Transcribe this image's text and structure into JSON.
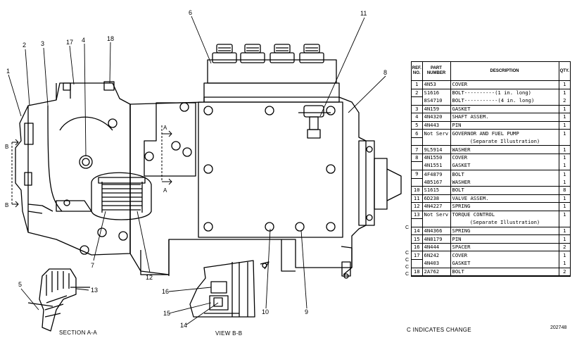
{
  "callouts": [
    "1",
    "2",
    "3",
    "4",
    "5",
    "6",
    "7",
    "8",
    "9",
    "10",
    "11",
    "12",
    "13",
    "14",
    "15",
    "16",
    "17",
    "18"
  ],
  "view_labels": {
    "section_a": "SECTION A-A",
    "view_b": "VIEW B-B",
    "marker_a": "A",
    "marker_b": "B"
  },
  "table": {
    "headers": {
      "ref": "REF. NO.",
      "part": "PART NUMBER",
      "desc": "DESCRIPTION",
      "qty": "QTY."
    },
    "rows": [
      {
        "ref": "1",
        "part": "4N53",
        "desc": "COVER",
        "qty": "1"
      },
      {
        "ref": "2",
        "part": "S1616",
        "desc": "BOLT----------(1 in. long)",
        "qty": "1"
      },
      {
        "ref": "",
        "part": "8S4710",
        "desc": "BOLT-----------(4 in. long)",
        "qty": "2"
      },
      {
        "ref": "3",
        "part": "4N159",
        "desc": "GASKET",
        "qty": "1"
      },
      {
        "ref": "4",
        "part": "4N4320",
        "desc": "SHAFT ASSEM.",
        "qty": "1"
      },
      {
        "ref": "5",
        "part": "4N443",
        "desc": "PIN",
        "qty": "1"
      },
      {
        "ref": "6",
        "part": "Not Serv",
        "desc": "GOVERNOR AND FUEL PUMP",
        "qty": "1"
      },
      {
        "ref": "",
        "part": "",
        "desc": "(Separate Illustration)",
        "qty": ""
      },
      {
        "ref": "7",
        "part": "9L5914",
        "desc": "WASHER",
        "qty": "1"
      },
      {
        "ref": "8",
        "part": "4N1550",
        "desc": "COVER",
        "qty": "1"
      },
      {
        "ref": "",
        "part": "4N1551",
        "desc": "GASKET",
        "qty": "1"
      },
      {
        "ref": "9",
        "part": "4F4879",
        "desc": "BOLT",
        "qty": "1"
      },
      {
        "ref": "",
        "part": "4B5167",
        "desc": "WASHER",
        "qty": "1"
      },
      {
        "ref": "10",
        "part": "S1615",
        "desc": "BOLT",
        "qty": "8"
      },
      {
        "ref": "11",
        "part": "6D238",
        "desc": "VALVE ASSEM.",
        "qty": "1"
      },
      {
        "ref": "12",
        "part": "4N4227",
        "desc": "SPRING",
        "qty": "1"
      },
      {
        "ref": "13",
        "part": "Not Serv",
        "desc": "TORQUE CONTROL",
        "qty": "1"
      },
      {
        "ref": "",
        "part": "",
        "desc": "(Separate Illustration)",
        "qty": ""
      },
      {
        "ref": "14",
        "part": "4N4366",
        "desc": "SPRING",
        "qty": "1"
      },
      {
        "ref": "15",
        "part": "4N8179",
        "desc": "PIN",
        "qty": "1"
      },
      {
        "ref": "16",
        "part": "4N444",
        "desc": "SPACER",
        "qty": "2"
      },
      {
        "ref": "17",
        "part": "6N242",
        "desc": "COVER",
        "qty": "1"
      },
      {
        "ref": "",
        "part": "4N403",
        "desc": "GASKET",
        "qty": "1"
      },
      {
        "ref": "18",
        "part": "2A762",
        "desc": "BOLT",
        "qty": "2"
      }
    ],
    "change_marks": [
      "C",
      "C",
      "C",
      "C",
      "C"
    ]
  },
  "footer": {
    "change_note": "C INDICATES CHANGE",
    "figure_id": "202748"
  }
}
